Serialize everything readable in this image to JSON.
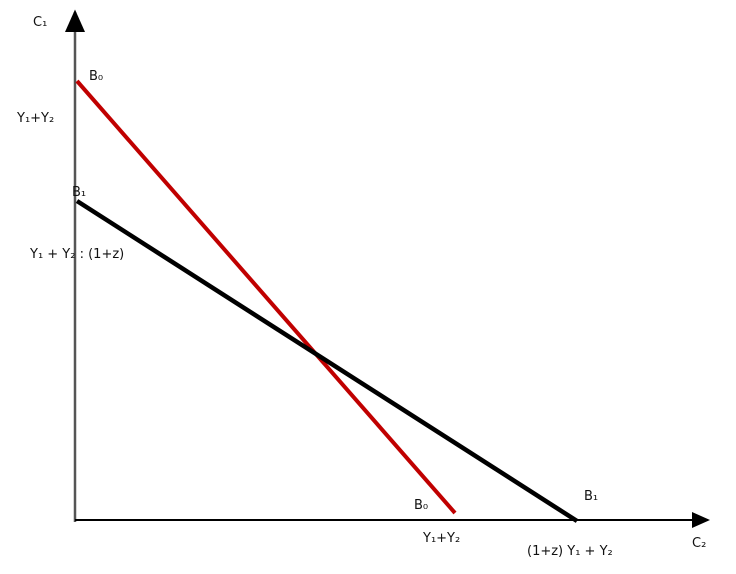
{
  "axes": {
    "y_label": "C₁",
    "x_label": "C₂"
  },
  "lines": {
    "b0": {
      "name": "B₀",
      "color": "#c00000"
    },
    "b1": {
      "name": "B₁",
      "color": "#000000"
    }
  },
  "labels": {
    "b0_top": "B₀",
    "b0_bottom": "B₀",
    "b1_top": "B₁",
    "b1_bottom": "B₁",
    "y_intercept_b0": "Y₁+Y₂",
    "y_intercept_b1": "Y₁ + Y₂ : (1+z)",
    "x_intercept_b0": "Y₁+Y₂",
    "x_intercept_b1": "(1+z) Y₁ + Y₂"
  }
}
